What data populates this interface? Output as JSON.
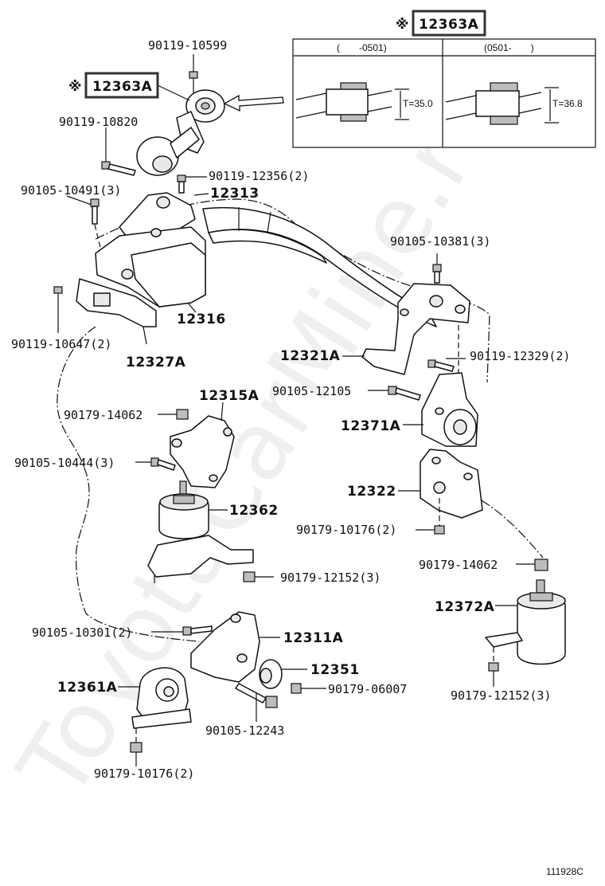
{
  "callouts": {
    "mark": "※",
    "top_right_part": "12363A",
    "top_left_part": "12363A"
  },
  "inset": {
    "col_left_header": "(　　-0501)",
    "col_right_header": "(0501-　　)",
    "left_thickness": "T=35.0",
    "right_thickness": "T=36.8"
  },
  "labels": {
    "p90119_10599": "90119-10599",
    "p90119_10820": "90119-10820",
    "p90105_10491": "90105-10491(3)",
    "p90119_12356": "90119-12356(2)",
    "p12313": "12313",
    "p90105_10381": "90105-10381(3)",
    "p90119_10647": "90119-10647(2)",
    "p12316": "12316",
    "p12327A": "12327A",
    "p12321A": "12321A",
    "p90119_12329": "90119-12329(2)",
    "p90105_12105": "90105-12105",
    "p12315A": "12315A",
    "p90179_14062_left": "90179-14062",
    "p12371A": "12371A",
    "p90105_10444": "90105-10444(3)",
    "p12322": "12322",
    "p12362": "12362",
    "p90179_10176_mid": "90179-10176(2)",
    "p90179_14062_right": "90179-14062",
    "p90179_12152_mid": "90179-12152(3)",
    "p12372A": "12372A",
    "p90105_10301": "90105-10301(2)",
    "p12311A": "12311A",
    "p12351": "12351",
    "p12361A": "12361A",
    "p90179_06007": "90179-06007",
    "p90179_12152_right": "90179-12152(3)",
    "p90105_12243": "90105-12243",
    "p90179_10176_bottom": "90179-10176(2)"
  },
  "watermark": "ToyotaCarMine.ru",
  "figure_code": "111928C"
}
